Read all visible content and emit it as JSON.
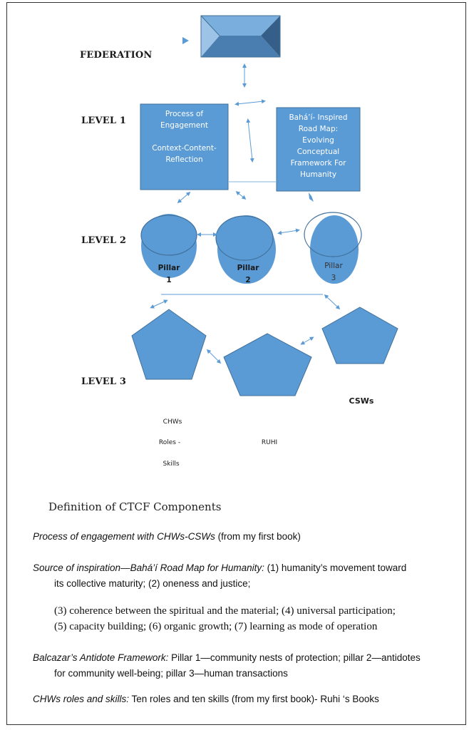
{
  "colors": {
    "shape_fill": "#5b9bd5",
    "shape_stroke": "#41719c",
    "arrow": "#5b9bd5",
    "bevel_top": "#7aaedc",
    "bevel_left": "#9dc3e6",
    "bevel_bottom": "#4a7eb0",
    "bevel_right": "#355f88",
    "text_dark": "#1a1a1a"
  },
  "diagram": {
    "levels": {
      "federation": "FEDERATION",
      "level1": "LEVEL 1",
      "level2": "LEVEL 2",
      "level3": "LEVEL 3"
    },
    "level1_boxes": {
      "left": {
        "line1": "Process of",
        "line2": "Engagement",
        "line3": "Context-Content-",
        "line4": "Reflection"
      },
      "right": {
        "line1": "Bahá’í- Inspired",
        "line2": "Road Map:",
        "line3": "Evolving",
        "line4": "Conceptual",
        "line5": "Framework For",
        "line6": "Humanity"
      }
    },
    "pillars": [
      {
        "word": "Pillar",
        "number": "1"
      },
      {
        "word": "Pillar",
        "number": "2"
      },
      {
        "word": "Pillar",
        "number": "3"
      }
    ],
    "level3_labels": {
      "chws_line1": "CHWs",
      "chws_line2": "Roles -",
      "chws_line3": "Skills",
      "ruhi": "RUHI",
      "csws": "CSWs"
    }
  },
  "definitions": {
    "title": "Definition of CTCF Components",
    "items": [
      {
        "term": "Process of engagement with CHWs-CSWs",
        "text": " (from my first book)"
      },
      {
        "term": "Source of inspiration—Bahá’í Road Map for Humanity:",
        "text": " (1) humanity’s movement toward",
        "continuation": "its collective maturity; (2) oneness and justice;"
      },
      {
        "line1": "(3) coherence between the spiritual and the material; (4) universal participation;",
        "line2": "(5) capacity building; (6) organic growth; (7) learning as mode of operation"
      },
      {
        "term": "Balcazar’s Antidote Framework:",
        "text": " Pillar 1—community nests of protection;  pillar  2—antidotes",
        "continuation": "for community well-being; pillar 3—human transactions"
      },
      {
        "term": "CHWs roles and skills:",
        "text": " Ten roles and ten skills (from my first book)- Ruhi ‘s Books"
      }
    ]
  }
}
